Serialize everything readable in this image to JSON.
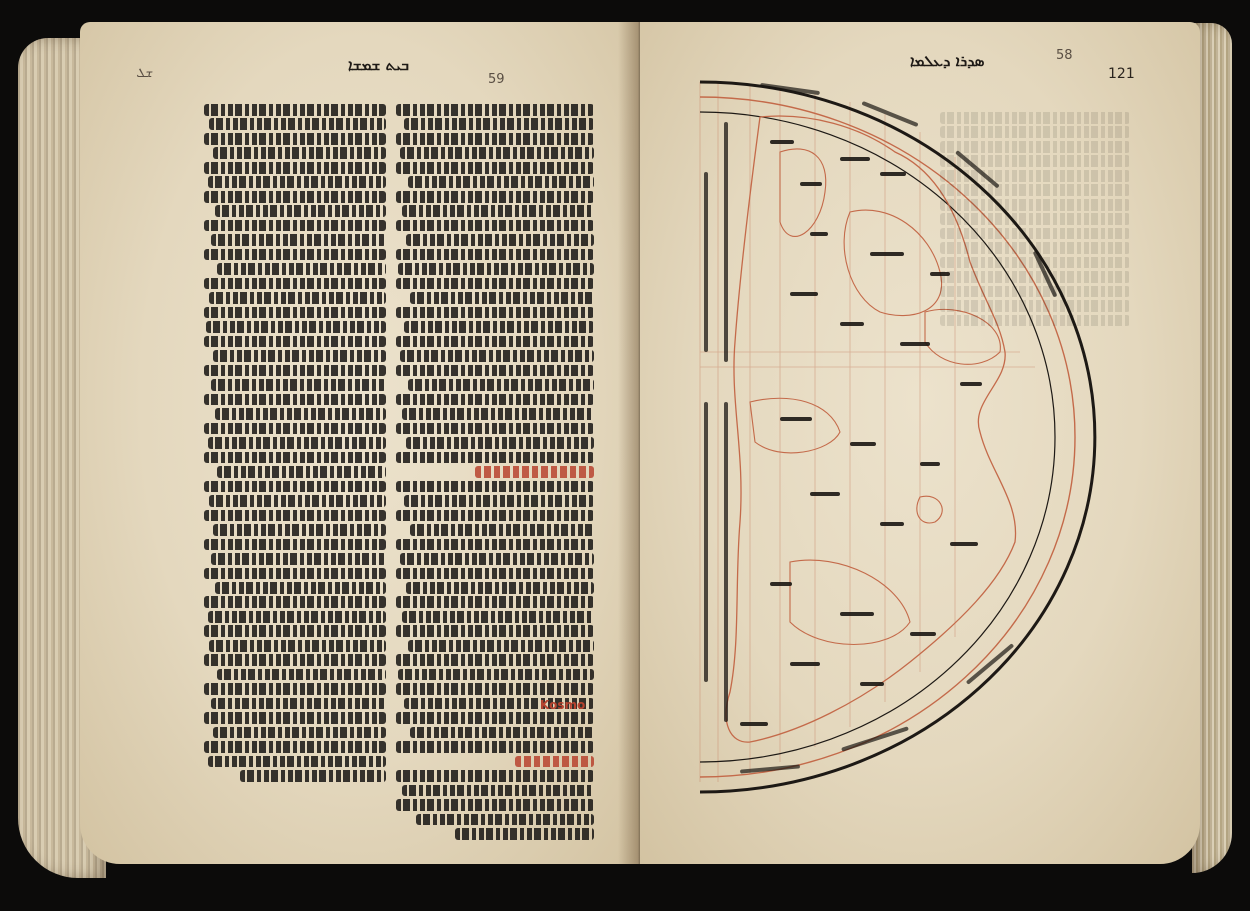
{
  "left_page": {
    "running_head": "ܒܝܬ ܫܡܫܐ",
    "corner_mark": "ܫܠ",
    "folio_center": "59",
    "rubric_label": "Kosmo"
  },
  "right_page": {
    "running_head": "ܣܕܪܐ ܕܥܠܡܐ",
    "folio_number": "121",
    "folio_center": "58"
  }
}
